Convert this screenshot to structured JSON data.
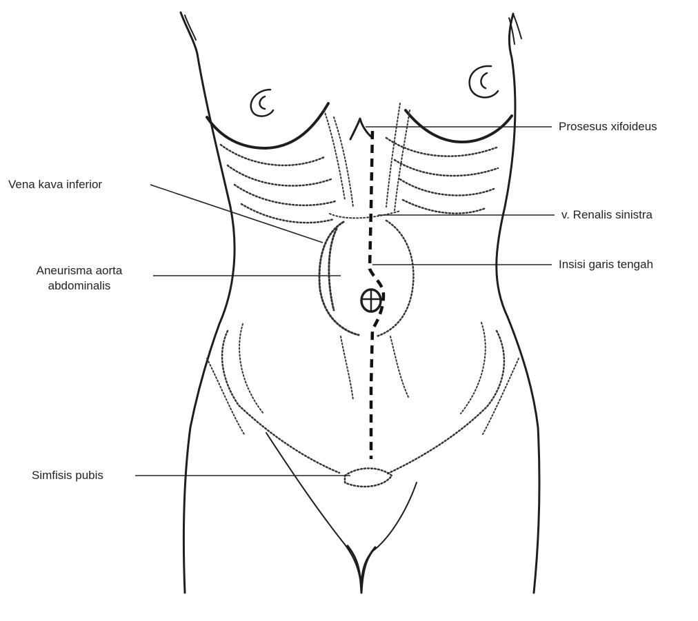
{
  "labels": {
    "prosesus_xifoideus": "Prosesus xifoideus",
    "vena_kava_inferior": "Vena kava inferior",
    "v_renalis_sinistra": "v. Renalis sinistra",
    "aneurisma_aorta_line1": "Aneurisma aorta",
    "aneurisma_aorta_line2": "abdominalis",
    "insisi_garis_tengah": "Insisi garis tengah",
    "simfisis_pubis": "Simfisis pubis"
  },
  "colors": {
    "ink": "#1e1e1e",
    "label_text": "#222222",
    "background": "#ffffff"
  }
}
